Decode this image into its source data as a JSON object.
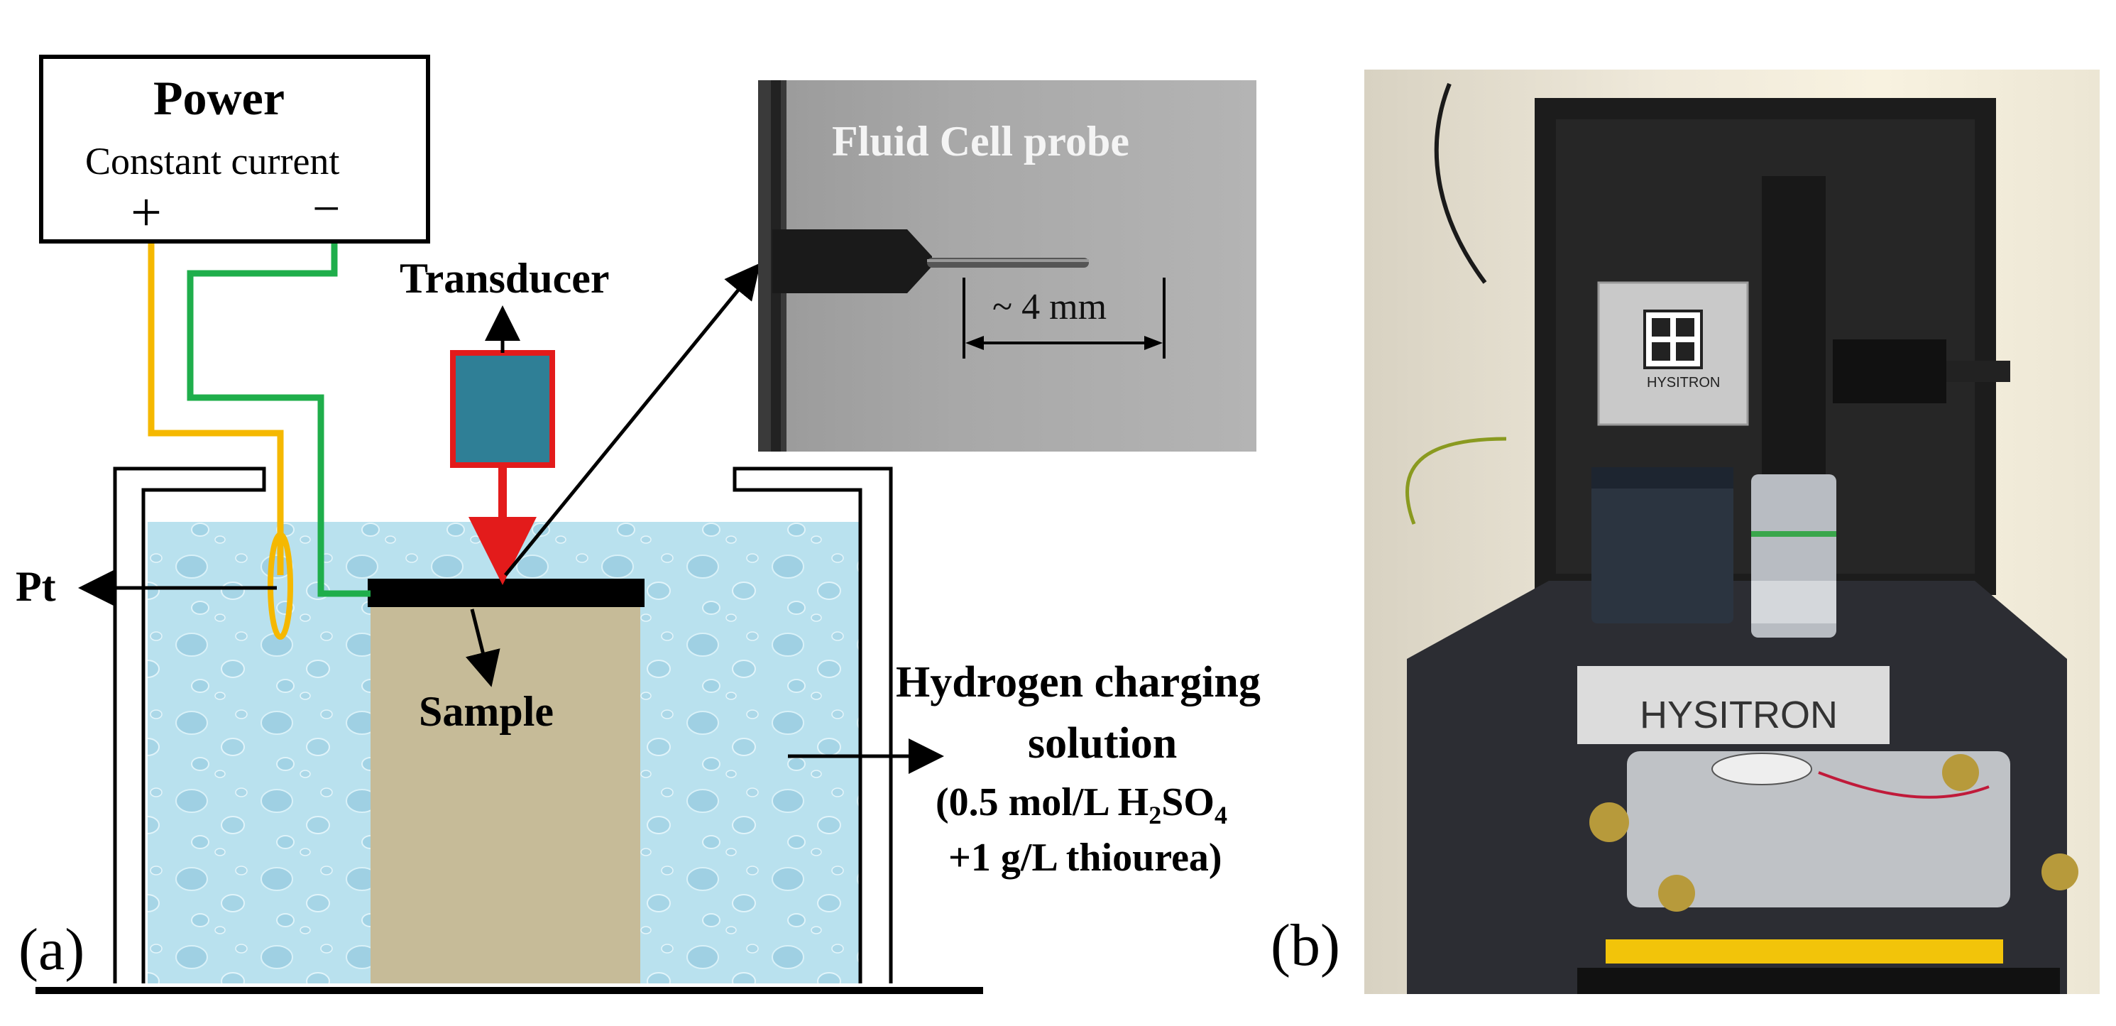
{
  "panel_a": {
    "label": "(a)",
    "power": {
      "title": "Power",
      "subtitle": "Constant current",
      "plus": "+",
      "minus": "−"
    },
    "transducer": "Transducer",
    "pt": "Pt",
    "sample": "Sample",
    "solution": {
      "line1": "Hydrogen charging",
      "line2": "solution",
      "line3_pre": "(0.5 mol/L H",
      "sub2": "2",
      "mid": "SO",
      "sub4": "4",
      "line4": "+1 g/L thiourea)"
    },
    "inset": {
      "title": "Fluid Cell probe",
      "dimension": "~ 4 mm"
    },
    "colors": {
      "positive_wire": "#f5b800",
      "negative_wire": "#1fae4b",
      "transducer_fill": "#2f7f96",
      "transducer_border": "#e31b1b",
      "sample_fill": "#c6bb98",
      "solution_fill": "#b8e0ee"
    }
  },
  "panel_b": {
    "label": "(b)",
    "brand_top": "HYSITRON",
    "brand_bottom": "HYSITRON"
  }
}
